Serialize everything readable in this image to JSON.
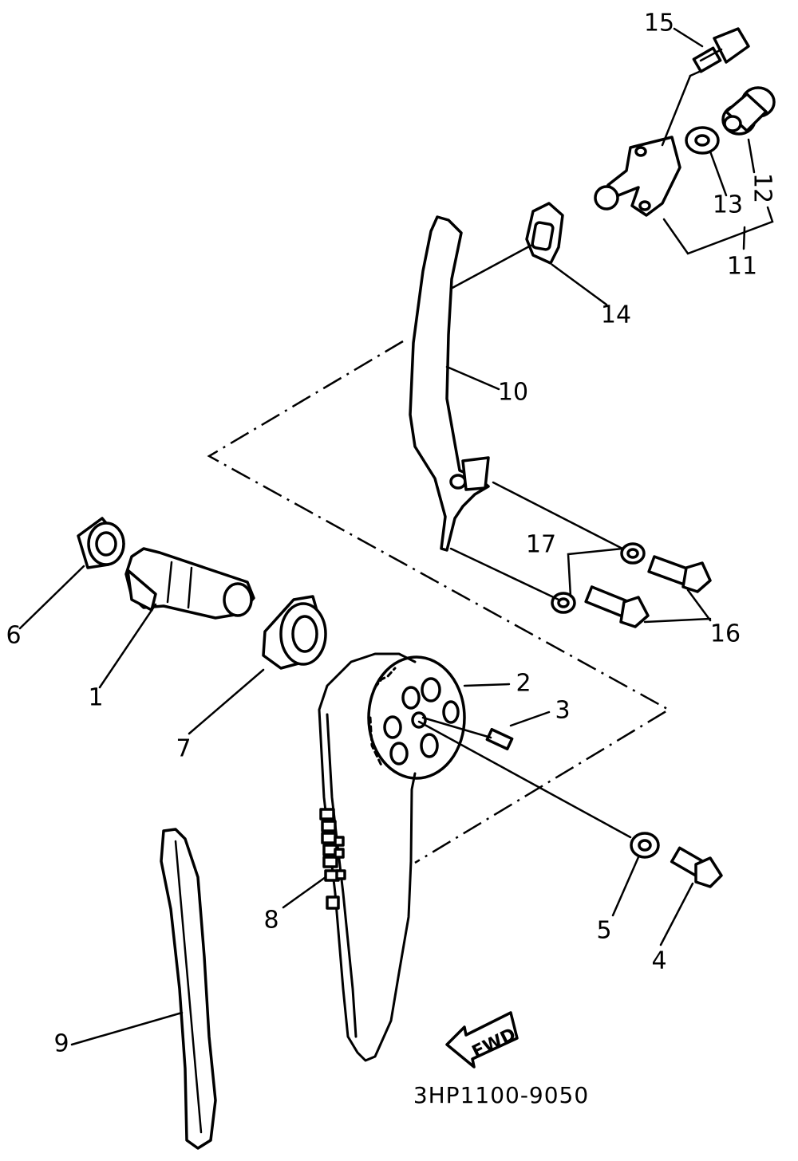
{
  "diagram": {
    "part_labels": [
      "1",
      "2",
      "3",
      "4",
      "5",
      "6",
      "7",
      "8",
      "9",
      "10",
      "11",
      "12",
      "13",
      "14",
      "15",
      "16",
      "17"
    ],
    "direction_label": "FWD",
    "diagram_code": "3HP1100-9050"
  }
}
